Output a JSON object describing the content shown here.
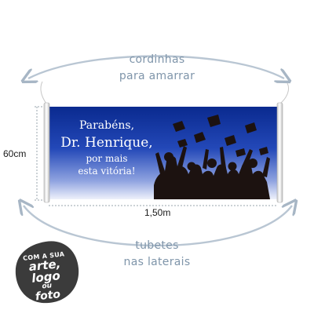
{
  "annotations": {
    "strings_line1": "cordinhas",
    "strings_line2": "para amarrar",
    "tubes_line1": "tubetes",
    "tubes_line2": "nas laterais"
  },
  "dimensions": {
    "height": "60cm",
    "width": "1,50m"
  },
  "banner": {
    "greeting": "Parabéns,",
    "name": "Dr. Henrique,",
    "message_line1": "por mais",
    "message_line2": "esta vitória!"
  },
  "badge": {
    "line1": "COM A SUA",
    "line2": "arte, logo",
    "line3": "ou",
    "line4": "foto"
  },
  "colors": {
    "banner_gradient_top": "#0a2a8f",
    "banner_gradient_mid": "#2e54c4",
    "banner_gradient_bottom": "#e9eefb",
    "annotation": "#7f95aa",
    "badge": "#3b3b3b",
    "silhouette": "#1c1210"
  }
}
